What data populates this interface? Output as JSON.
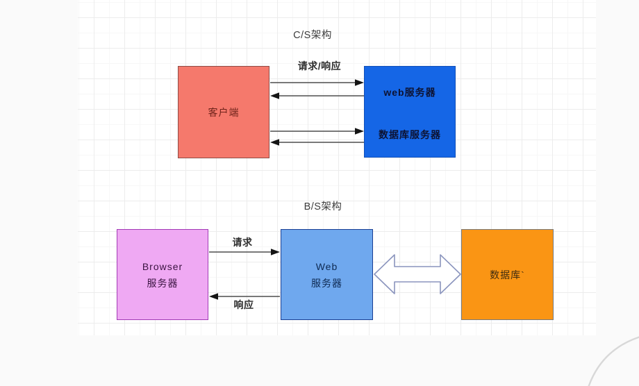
{
  "diagram": {
    "cs_section": {
      "title": "C/S架构",
      "arrows_label": "请求/响应",
      "client_label": "客户端",
      "server_label_web": "web服务器",
      "server_label_db": "数据库服务器"
    },
    "bs_section": {
      "title": "B/S架构",
      "request_label": "请求",
      "response_label": "响应",
      "browser_line1": "Browser",
      "browser_line2": "服务器",
      "web_line1": "Web",
      "web_line2": "服务器",
      "db_label": "数据库`"
    },
    "colors": {
      "page_background": "#fafafa",
      "canvas_background": "#ffffff",
      "grid_line": "#ececec",
      "client_fill": "#f5796c",
      "client_border": "#8f4b45",
      "cs_server_fill": "#1566e6",
      "cs_server_border": "#1250b8",
      "browser_fill": "#efa9f3",
      "browser_border": "#a23ab5",
      "web_fill": "#6fa8ee",
      "web_border": "#1a3f94",
      "db_fill": "#fa9514",
      "db_border": "#7a7a7a",
      "arrow_stroke": "#4d4d4d",
      "double_arrow_stroke": "#8a94bd",
      "corner_arc_stroke": "#d8d8d8"
    }
  }
}
